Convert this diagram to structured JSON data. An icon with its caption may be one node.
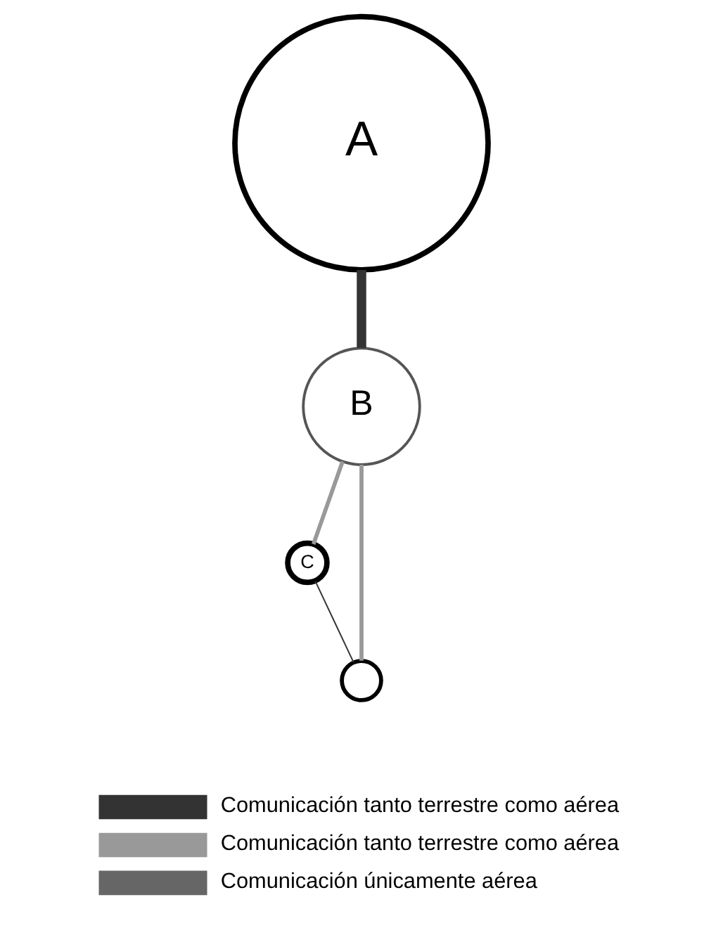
{
  "diagram": {
    "nodes": [
      {
        "text": [
          "A"
        ]
      },
      {
        "text": [
          "B"
        ]
      },
      {
        "text": [
          "C"
        ]
      },
      {
        "text": [],
        "shape": "circle"
      }
    ],
    "edges": [
      {
        "from": 0,
        "to": 1,
        "arrow": "none",
        "style": "thick"
      },
      {
        "from": 1,
        "to": 2,
        "arrow": "none",
        "color": "#999999"
      },
      {
        "from": 1,
        "to": 3,
        "arrow": "none",
        "color": "#999999"
      },
      {
        "from": 2,
        "to": 3,
        "arrow": "none"
      }
    ],
    "legend": [
      {
        "text": "Comunicación tanto terrestre como aérea"
      },
      {
        "text": "Comunicación tanto terrestre como aérea"
      },
      {
        "text": "Comunicación únicamente aérea"
      }
    ]
  }
}
